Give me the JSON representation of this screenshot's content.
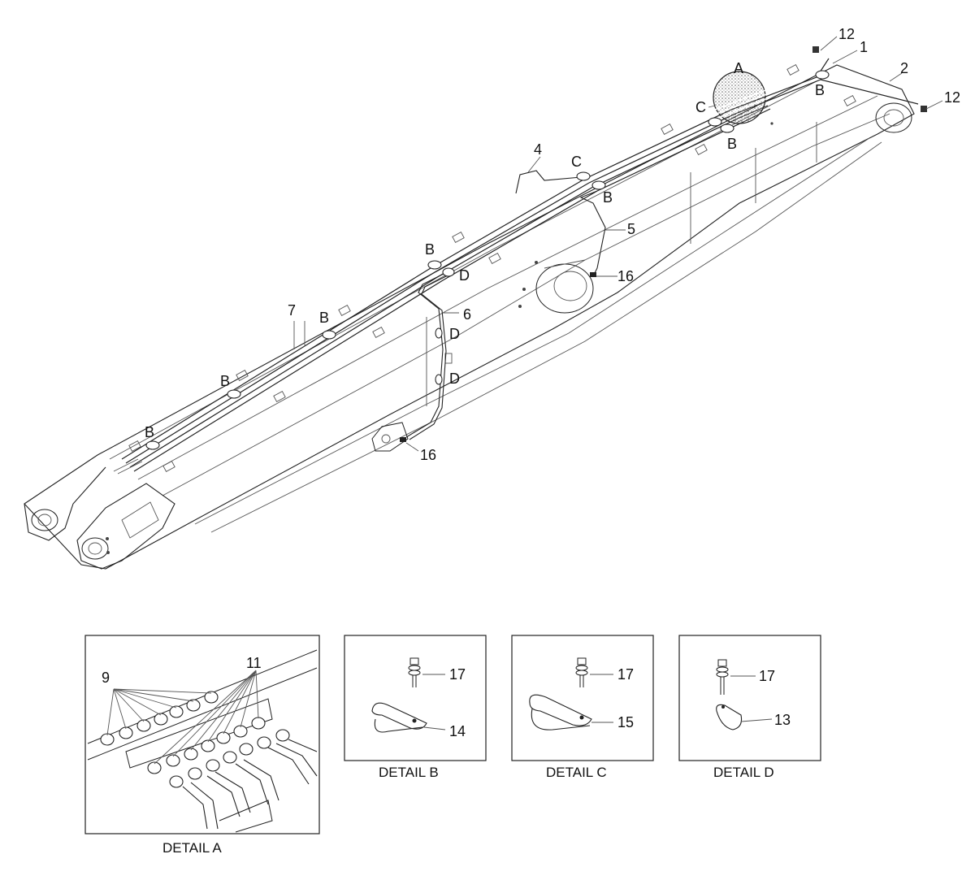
{
  "main_callouts": [
    {
      "id": "c12a",
      "text": "12"
    },
    {
      "id": "c1",
      "text": "1"
    },
    {
      "id": "c2",
      "text": "2"
    },
    {
      "id": "c12b",
      "text": "12"
    },
    {
      "id": "cA",
      "text": "A"
    },
    {
      "id": "cC1",
      "text": "C"
    },
    {
      "id": "cB1",
      "text": "B"
    },
    {
      "id": "cB2",
      "text": "B"
    },
    {
      "id": "c4",
      "text": "4"
    },
    {
      "id": "cC2",
      "text": "C"
    },
    {
      "id": "cB3",
      "text": "B"
    },
    {
      "id": "c5",
      "text": "5"
    },
    {
      "id": "c16a",
      "text": "16"
    },
    {
      "id": "cB4",
      "text": "B"
    },
    {
      "id": "cD1",
      "text": "D"
    },
    {
      "id": "c6",
      "text": "6"
    },
    {
      "id": "c7",
      "text": "7"
    },
    {
      "id": "cB5",
      "text": "B"
    },
    {
      "id": "cD2",
      "text": "D"
    },
    {
      "id": "cD3",
      "text": "D"
    },
    {
      "id": "cB6",
      "text": "B"
    },
    {
      "id": "cB7",
      "text": "B"
    },
    {
      "id": "c16b",
      "text": "16"
    }
  ],
  "details": [
    {
      "id": "detail-a",
      "caption": "DETAIL A",
      "callouts": [
        "9",
        "11"
      ]
    },
    {
      "id": "detail-b",
      "caption": "DETAIL B",
      "callouts": [
        "17",
        "14"
      ]
    },
    {
      "id": "detail-c",
      "caption": "DETAIL C",
      "callouts": [
        "17",
        "15"
      ]
    },
    {
      "id": "detail-d",
      "caption": "DETAIL D",
      "callouts": [
        "17",
        "13"
      ]
    }
  ]
}
